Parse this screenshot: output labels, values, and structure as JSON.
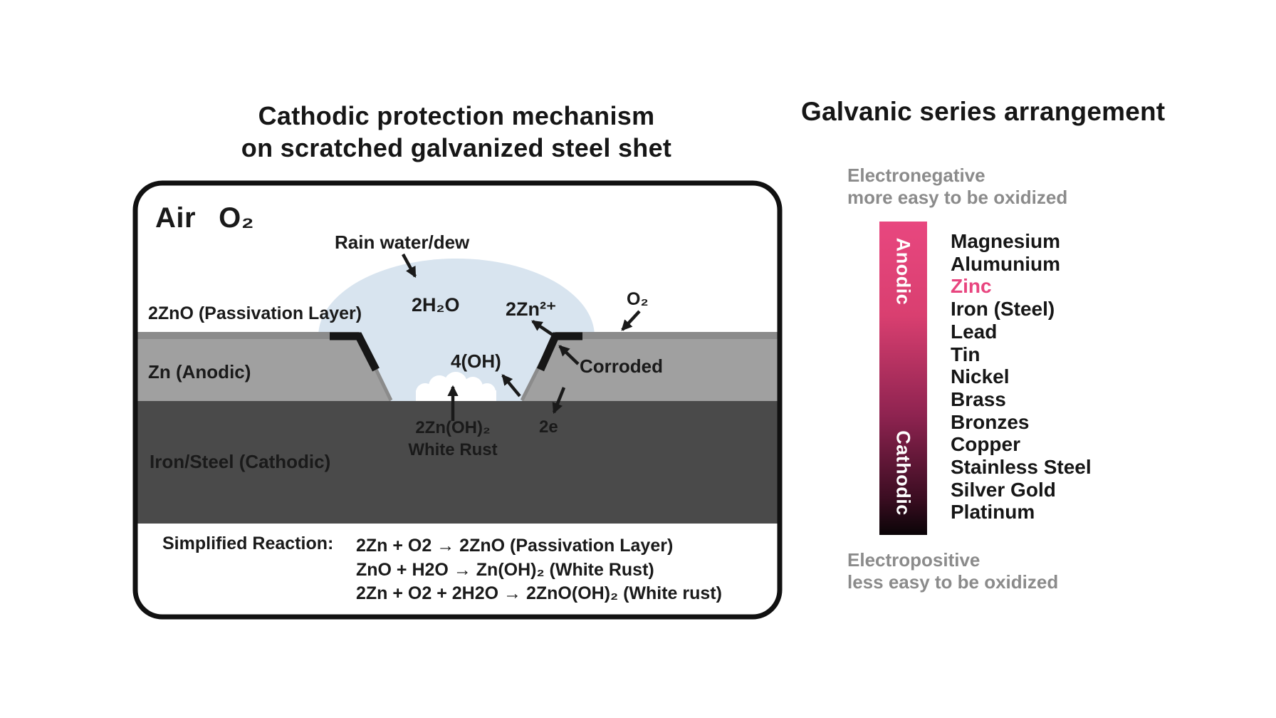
{
  "left_panel": {
    "title_line1": "Cathodic protection mechanism",
    "title_line2": "on scratched galvanized steel shet",
    "air_label": "Air",
    "air_o2_label": "O₂",
    "rain_label": "Rain water/dew",
    "passivation_label": "2ZnO (Passivation Layer)",
    "zn_label": "Zn (Anodic)",
    "iron_label": "Iron/Steel (Cathodic)",
    "h2o_label": "2H₂O",
    "zn_ion_label": "2Zn²⁺",
    "oh_label": "4(OH)",
    "o2_label": "O₂",
    "corroded_label": "Corroded",
    "electron_label": "2e",
    "white_rust_formula": "2Zn(OH)₂",
    "white_rust_label": "White Rust",
    "reaction_heading": "Simplified Reaction:",
    "reactions": [
      "2Zn + O2 → 2ZnO (Passivation Layer)",
      "ZnO + H2O → Zn(OH)₂ (White Rust)",
      "2Zn + O2 + 2H2O → 2ZnO(OH)₂ (White rust)"
    ]
  },
  "right_panel": {
    "title": "Galvanic series arrangement",
    "top_note_line1": "Electronegative",
    "top_note_line2": "more easy to be oxidized",
    "bottom_note_line1": "Electropositive",
    "bottom_note_line2": "less easy to be oxidized",
    "bar_top_label": "Anodic",
    "bar_bottom_label": "Cathodic",
    "metals": [
      "Magnesium",
      "Alumunium",
      "Zinc",
      "Iron (Steel)",
      "Lead",
      "Tin",
      "Nickel",
      "Brass",
      "Bronzes",
      "Copper",
      "Stainless Steel",
      "Silver Gold",
      "Platinum"
    ],
    "highlighted_metal": "Zinc"
  },
  "colors": {
    "highlight_pink": "#e8457f",
    "note_gray": "#8b8b8b",
    "droplet_blue": "#d8e4ef",
    "zinc_layer_gray": "#a0a0a0",
    "passivation_strip_gray": "#8b8b8b",
    "steel_dark_gray": "#4a4a4a",
    "scratch_black": "#161616",
    "bar_gradient_top": "#e8477f",
    "bar_gradient_bottom": "#0a0407"
  }
}
